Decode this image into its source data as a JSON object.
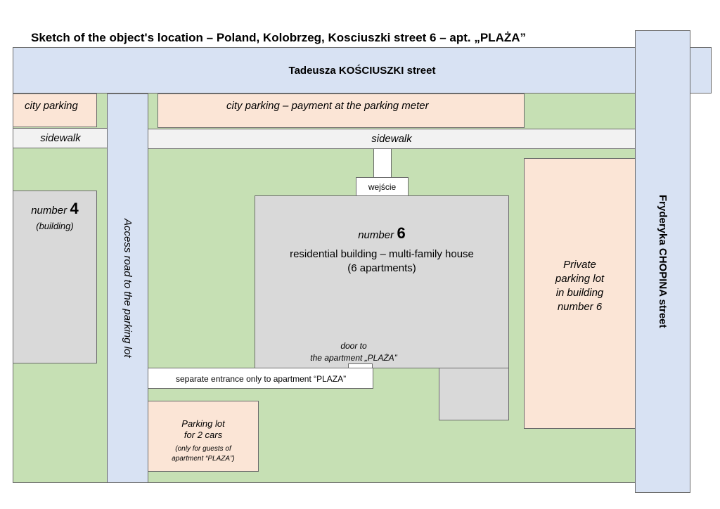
{
  "title": "Sketch of the object's location – Poland, Kolobrzeg, Kosciuszki street 6 – apt. „PLAŻA”",
  "streets": {
    "kosciuszki": "Tadeusza KOŚCIUSZKI street",
    "chopina": "Fryderyka CHOPINA street",
    "access_road": "Access road to the parking lot"
  },
  "parking": {
    "city_left": "city parking",
    "city_main": "city parking – payment at the parking meter",
    "private_lines": [
      "Private",
      "parking lot",
      "in building",
      "number 6"
    ],
    "guest_line1": "Parking lot",
    "guest_line2": "for 2 cars",
    "guest_note1": "(only for guests of",
    "guest_note2": "apartment “PLAZA”)"
  },
  "sidewalks": {
    "left": "sidewalk",
    "main": "sidewalk"
  },
  "building4": {
    "prefix": "number",
    "number": "4",
    "note": "(building)"
  },
  "building6": {
    "prefix": "number",
    "number": "6",
    "line1": "residential building – multi-family house",
    "line2": "(6 apartments)"
  },
  "labels": {
    "entrance": "wejście",
    "door_line1": "door to",
    "door_line2": "the apartment „PLAŻA”",
    "separate_entrance": "separate entrance only to apartment “PLAZA”"
  },
  "colors": {
    "grass": "#c6e0b4",
    "street": "#d8e2f3",
    "parking": "#fbe5d6",
    "sidewalk": "#f2f2f2",
    "building": "#d9d9d9"
  }
}
